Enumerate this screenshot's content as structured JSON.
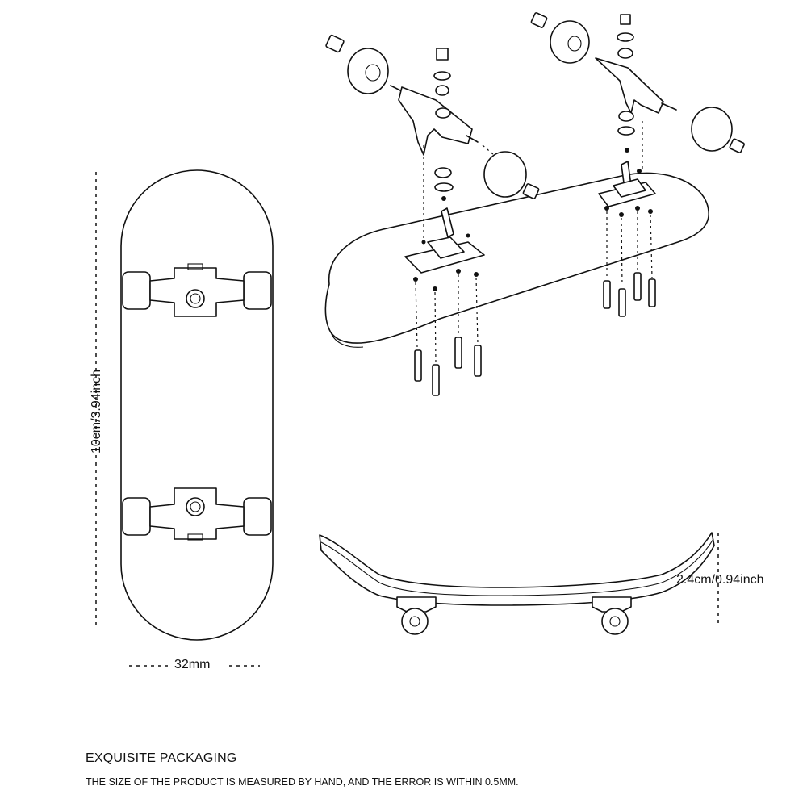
{
  "dimensions": {
    "height_label": "10cm/3.94inch",
    "width_label": "32mm",
    "deck_height_label": "2.4cm/0.94inch"
  },
  "caption": {
    "title": "EXQUISITE PACKAGING",
    "note": "THE SIZE OF THE PRODUCT IS MEASURED BY HAND, AND THE ERROR IS WITHIN 0.5MM."
  }
}
